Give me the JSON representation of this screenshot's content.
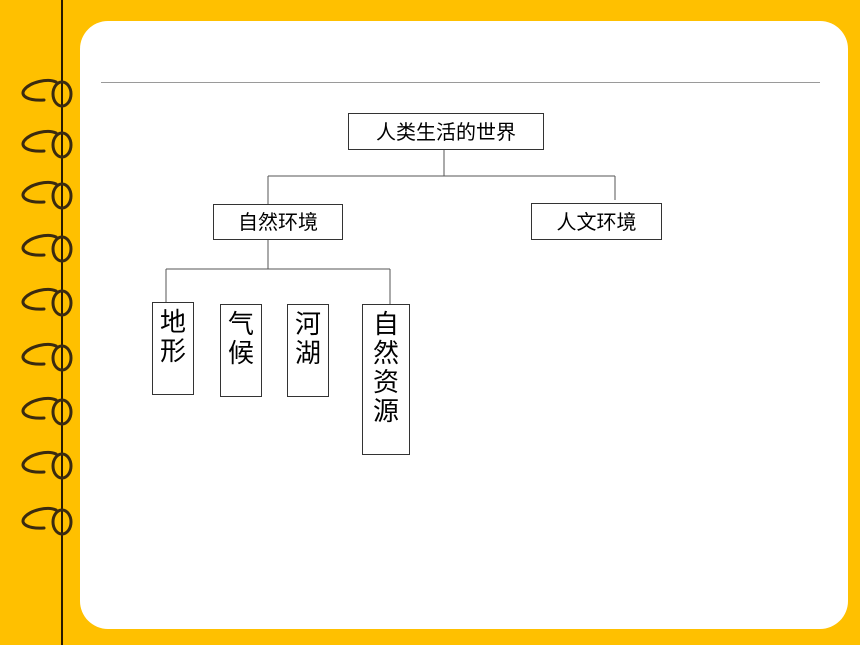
{
  "diagram": {
    "root": {
      "label": "人类生活的世界"
    },
    "branches": [
      {
        "label": "自然环境",
        "children": [
          {
            "label": "地形"
          },
          {
            "label": "气候"
          },
          {
            "label": "河湖"
          },
          {
            "label": "自然资源"
          }
        ]
      },
      {
        "label": "人文环境"
      }
    ]
  },
  "colors": {
    "background": "#FFC000",
    "card": "#FFFFFF",
    "rule": "#9A9A9A",
    "spine": "#2A1A00",
    "ring": "#3A2A10",
    "node_border": "#333333"
  },
  "icons": {
    "binding_ring": "spiral-binding-ring-icon"
  }
}
